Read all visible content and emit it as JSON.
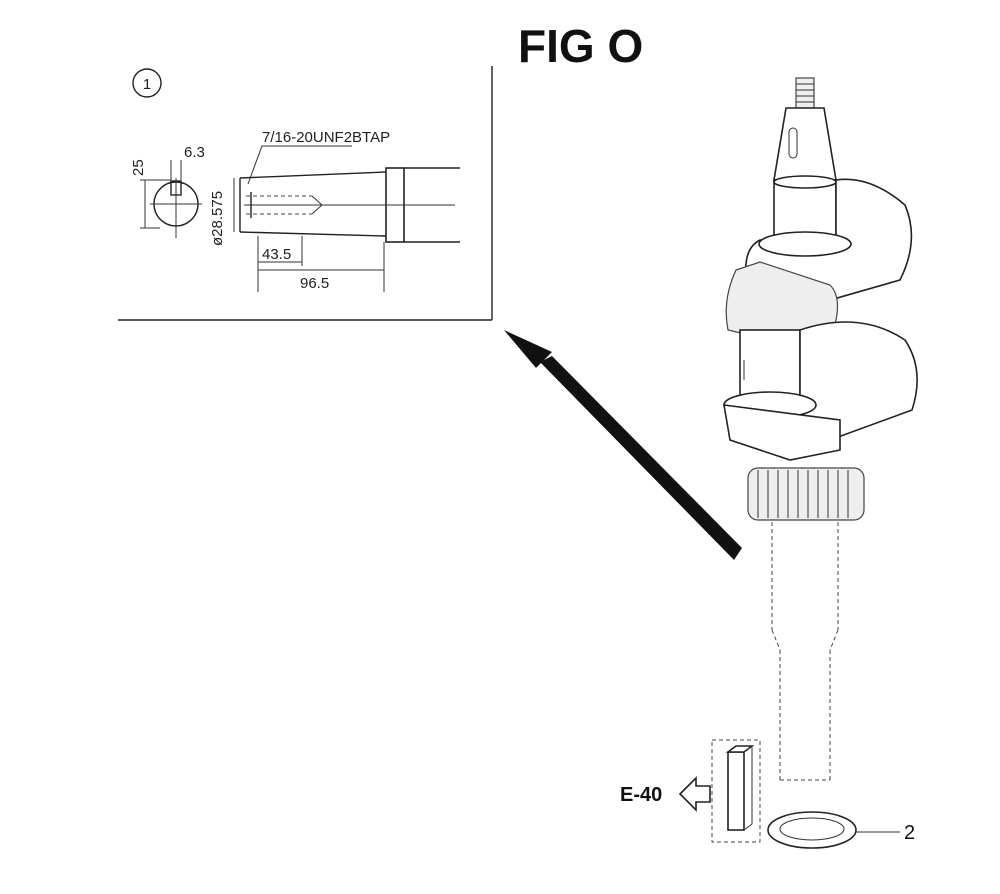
{
  "figure": {
    "title": "FIG O"
  },
  "detail": {
    "item_number": "1",
    "thread_spec": "7/16-20UNF2BTAP",
    "dim_key_width": "6.3",
    "dim_key_depth": "25",
    "dim_diameter": "ø28.575",
    "dim_inner_length": "43.5",
    "dim_total_length": "96.5"
  },
  "callouts": {
    "reference_page": "E-40",
    "part_2": "2"
  }
}
